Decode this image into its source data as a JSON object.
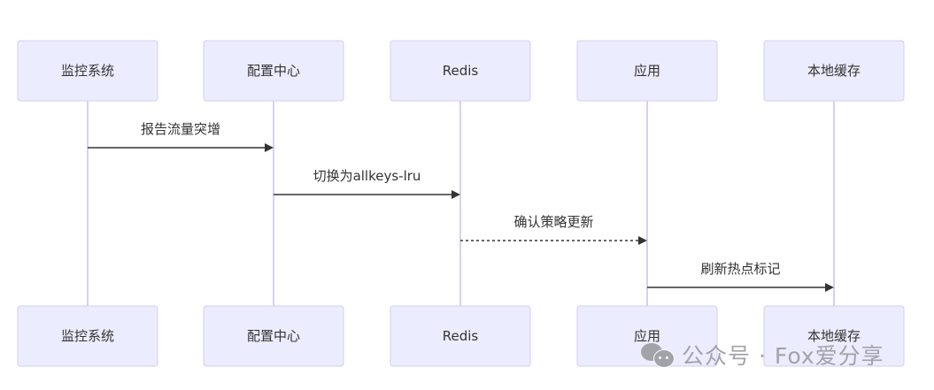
{
  "diagram": {
    "type": "sequence",
    "actors": [
      {
        "id": "monitor",
        "label": "监控系统"
      },
      {
        "id": "config",
        "label": "配置中心"
      },
      {
        "id": "redis",
        "label": "Redis"
      },
      {
        "id": "app",
        "label": "应用"
      },
      {
        "id": "localcache",
        "label": "本地缓存"
      }
    ],
    "messages": [
      {
        "from": 0,
        "to": 1,
        "label": "报告流量突增",
        "style": "solid"
      },
      {
        "from": 1,
        "to": 2,
        "label": "切换为allkeys-lru",
        "style": "solid"
      },
      {
        "from": 2,
        "to": 3,
        "label": "确认策略更新",
        "style": "dashed"
      },
      {
        "from": 3,
        "to": 4,
        "label": "刷新热点标记",
        "style": "solid"
      }
    ],
    "colors": {
      "actor_fill": "#ececff",
      "actor_border": "#d4ccf4",
      "lifeline": "#d8d0f0",
      "arrow": "#333333",
      "text": "#333333"
    }
  },
  "watermark": {
    "icon": "wechat-icon",
    "text": "公众号 · Fox爱分享"
  }
}
